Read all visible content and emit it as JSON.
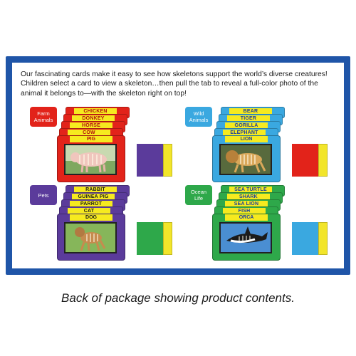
{
  "description": "Our fascinating cards make it easy to see how skeletons support the world’s diverse creatures! Children select a card to view a skeleton…then pull the tab to reveal a full-color photo of the animal it belongs to—with the skeleton right on top!",
  "caption": "Back of package showing product contents.",
  "colors": {
    "frame": "#1f55a8",
    "farm": "#e2231a",
    "wild": "#3aa8e0",
    "pets": "#5b3b9b",
    "ocean": "#2ea84a",
    "tab_yellow": "#f2e52a"
  },
  "groups": [
    {
      "id": "farm",
      "label": "Farm Animals",
      "cards": [
        "CHICKEN",
        "DONKEY",
        "HORSE",
        "COW",
        "PIG"
      ],
      "pull_color": "#5b3b9b",
      "photo": "pig-skeleton-photo"
    },
    {
      "id": "wild",
      "label": "Wild Animals",
      "cards": [
        "BEAR",
        "TIGER",
        "GORILLA",
        "ELEPHANT",
        "LION"
      ],
      "pull_color": "#e2231a",
      "photo": "lion-skeleton-photo"
    },
    {
      "id": "pets",
      "label": "Pets",
      "cards": [
        "RABBIT",
        "GUINEA PIG",
        "PARROT",
        "CAT",
        "DOG"
      ],
      "pull_color": "#2ea84a",
      "photo": "dog-skeleton-photo"
    },
    {
      "id": "ocean",
      "label": "Ocean Life",
      "cards": [
        "SEA TURTLE",
        "SHARK",
        "SEA LION",
        "FISH",
        "ORCA"
      ],
      "pull_color": "#3aa8e0",
      "photo": "orca-skeleton-photo"
    }
  ]
}
